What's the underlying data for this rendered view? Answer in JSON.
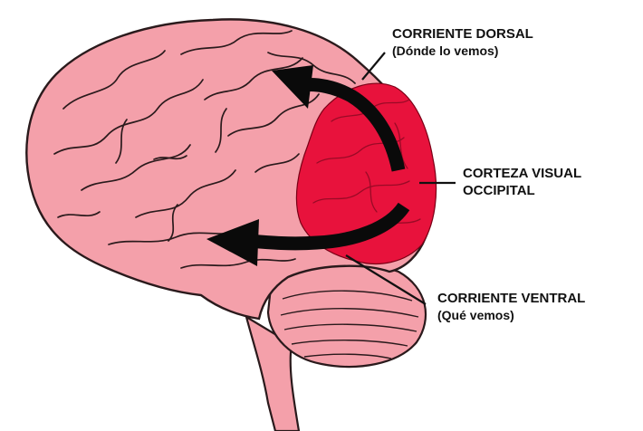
{
  "labels": {
    "dorsal_title": "CORRIENTE DORSAL",
    "dorsal_sub": "(Dónde lo vemos)",
    "visual_title": "CORTEZA VISUAL",
    "visual_sub": "OCCIPITAL",
    "ventral_title": "CORRIENTE VENTRAL",
    "ventral_sub": "(Qué vemos)"
  },
  "colors": {
    "brain": "#f4a0aa",
    "brain_outline": "#2a1a1c",
    "visual_cortex": "#e8123c",
    "arrows": "#0a0a0a"
  }
}
